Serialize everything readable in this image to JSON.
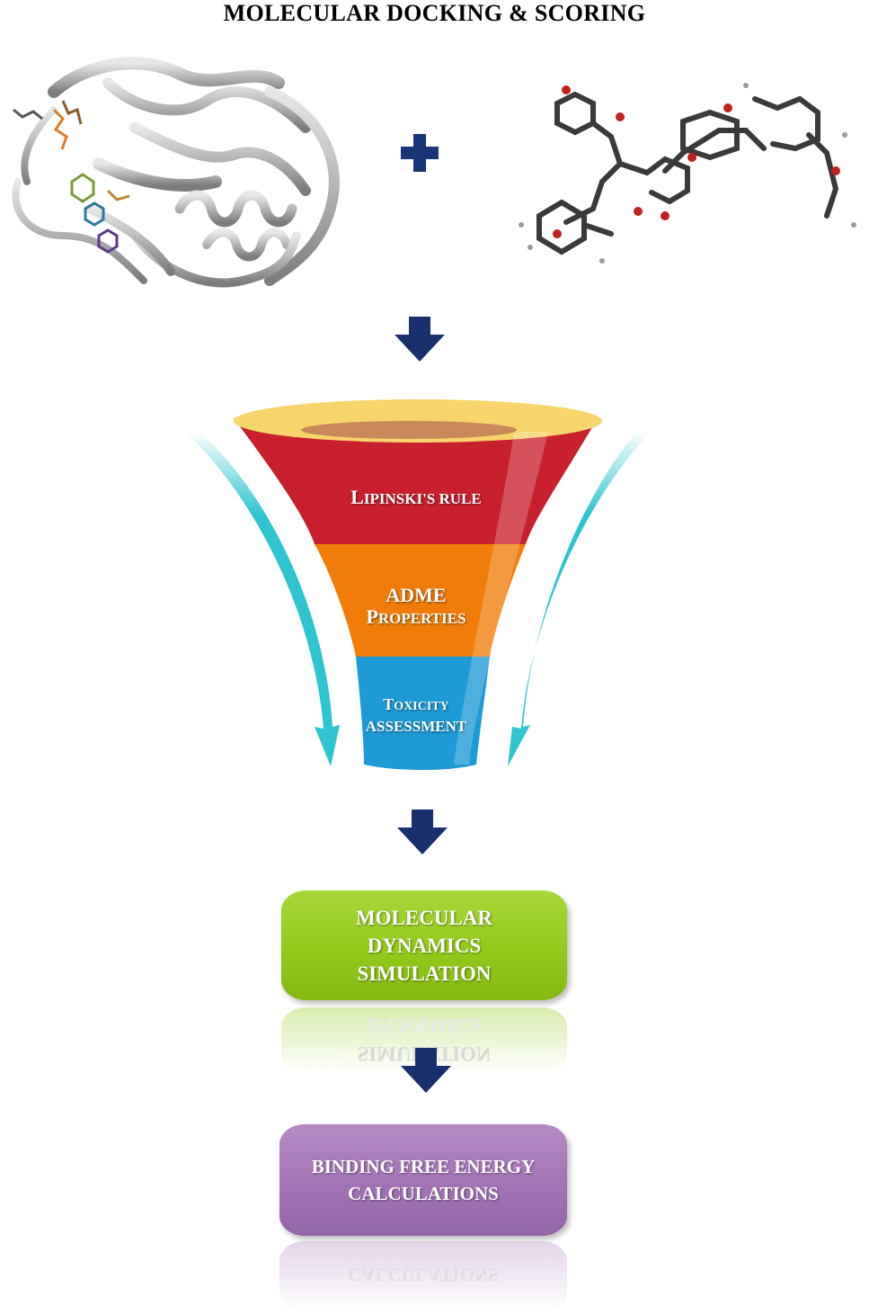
{
  "title": "MOLECULAR DOCKING & SCORING",
  "funnel": {
    "stage1": {
      "first": "L",
      "rest": "IPINSKI'S RULE"
    },
    "stage2": {
      "line1": "ADME",
      "line2_first": "P",
      "line2_rest": "ROPERTIES"
    },
    "stage3": {
      "line1_first": "T",
      "line1_rest": "OXICITY",
      "line2": "ASSESSMENT"
    }
  },
  "md_box": {
    "lines": [
      "MOLECULAR",
      "DYNAMICS",
      "SIMULATION"
    ]
  },
  "bfe_box": {
    "lines": [
      "BINDING FREE ENERGY",
      "CALCULATIONS"
    ]
  },
  "colors": {
    "arrow": "#1a2f6e",
    "plus": "#1a3576",
    "funnel_top": "#f7d56a",
    "funnel_red": "#c8202f",
    "funnel_orange": "#f07d0a",
    "funnel_blue": "#1e9ad6",
    "side_arrows": "#2ec4cf",
    "md_box": "#93c91a",
    "bfe_box": "#a374b5",
    "protein": "#b8b8b8"
  }
}
